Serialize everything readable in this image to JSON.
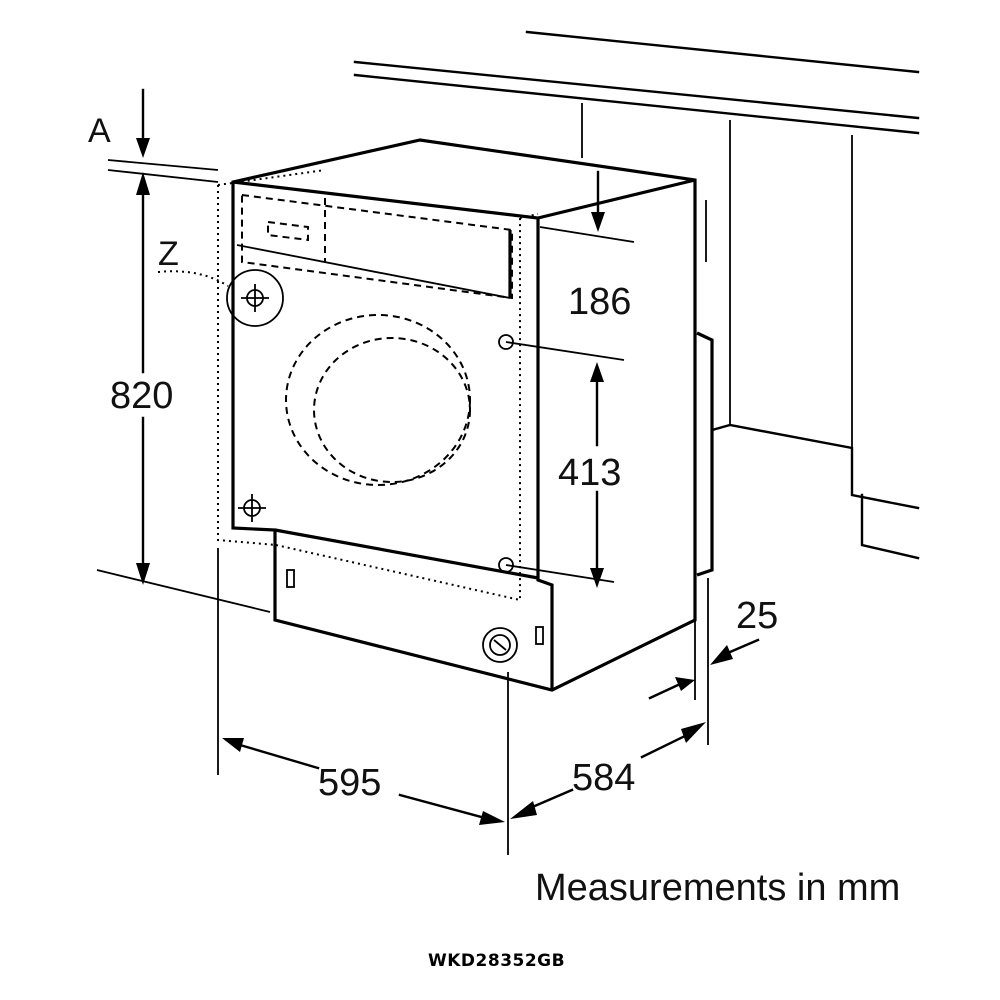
{
  "labels": {
    "clearance": "A",
    "fixing_point": "Z"
  },
  "dimensions": {
    "height": "820",
    "panel_height": "186",
    "hinge_spacing": "413",
    "recess": "25",
    "width": "595",
    "depth": "584"
  },
  "caption": "Measurements in mm",
  "model": "WKD28352GB"
}
